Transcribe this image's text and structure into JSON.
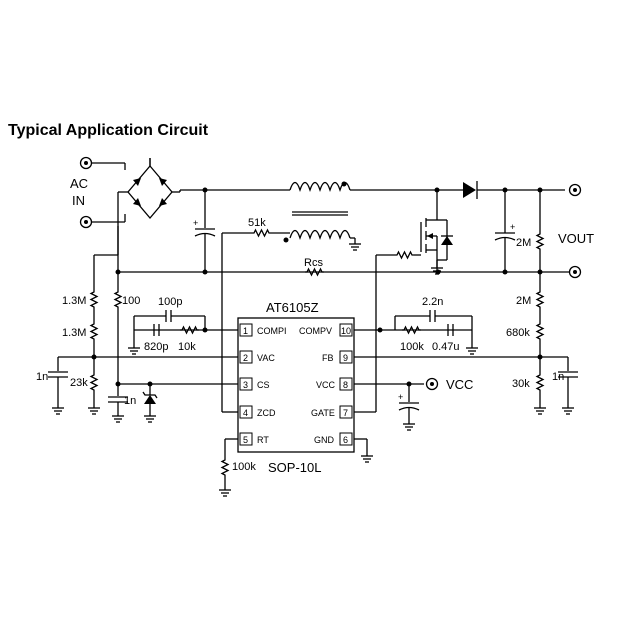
{
  "title": "Typical Application Circuit",
  "chip": {
    "name": "AT6105Z",
    "package": "SOP-10L"
  },
  "pins": [
    {
      "num": "1",
      "name": "COMPI"
    },
    {
      "num": "2",
      "name": "VAC"
    },
    {
      "num": "3",
      "name": "CS"
    },
    {
      "num": "4",
      "name": "ZCD"
    },
    {
      "num": "5",
      "name": "RT"
    },
    {
      "num": "10",
      "name": "COMPV"
    },
    {
      "num": "9",
      "name": "FB"
    },
    {
      "num": "8",
      "name": "VCC"
    },
    {
      "num": "7",
      "name": "GATE"
    },
    {
      "num": "6",
      "name": "GND"
    }
  ],
  "labels": {
    "ac_in_1": "AC",
    "ac_in_2": "IN",
    "vout": "VOUT",
    "vcc": "VCC",
    "rcs": "Rcs",
    "r_zcd": "51k",
    "r_vac_top": "1.3M",
    "r_vac_mid": "1.3M",
    "r_vac_bot": "23k",
    "c_vac": "1n",
    "r_cs": "100",
    "c_cs": "1n",
    "c_compi_top": "100p",
    "c_compi": "820p",
    "r_compi": "10k",
    "c_compv_top": "2.2n",
    "r_compv": "100k",
    "c_compv": "0.47u",
    "r_out_top": "2M",
    "r_fb_1": "2M",
    "r_fb_2": "680k",
    "r_fb_bot": "30k",
    "c_fb": "1n",
    "r_rt": "100k"
  }
}
